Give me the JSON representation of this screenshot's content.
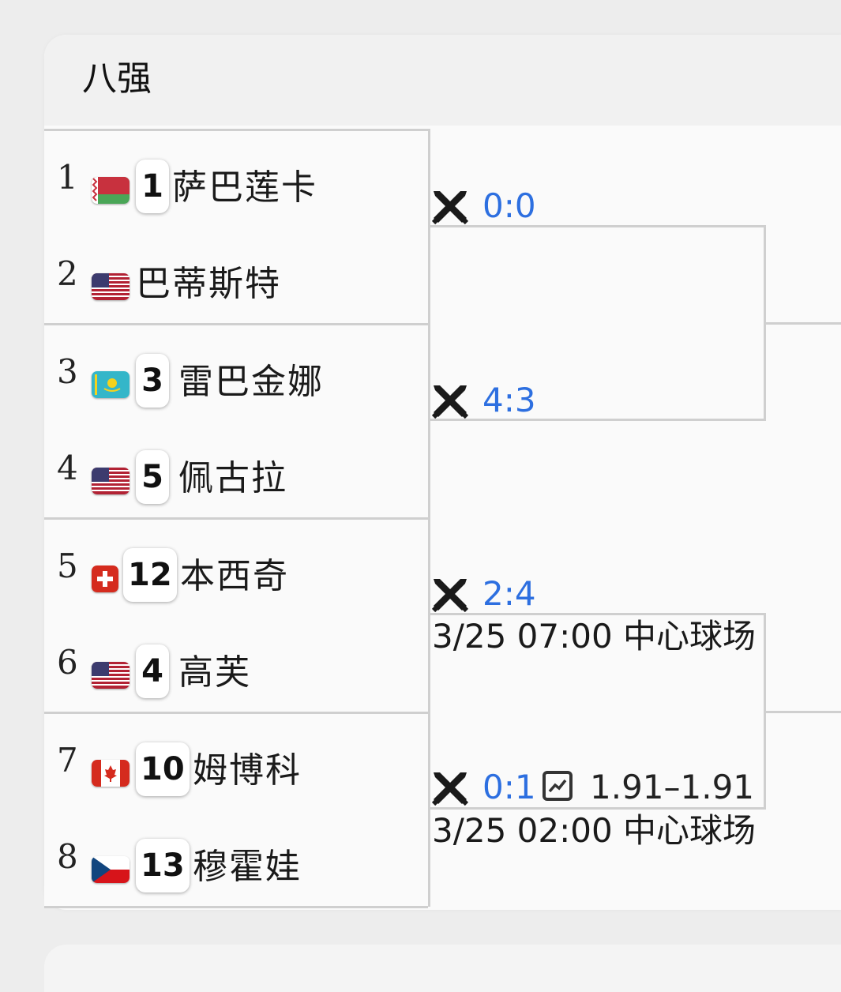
{
  "section": {
    "title": "八强"
  },
  "players": [
    {
      "pos": "1",
      "flag": "belarus",
      "seed": "1",
      "name": "萨巴莲卡"
    },
    {
      "pos": "2",
      "flag": "usa",
      "seed": "",
      "name": "巴蒂斯特"
    },
    {
      "pos": "3",
      "flag": "kazakhstan",
      "seed": "3",
      "name": "雷巴金娜"
    },
    {
      "pos": "4",
      "flag": "usa",
      "seed": "5",
      "name": "佩古拉"
    },
    {
      "pos": "5",
      "flag": "switzerland",
      "seed": "12",
      "name": "本西奇"
    },
    {
      "pos": "6",
      "flag": "usa",
      "seed": "4",
      "name": "高芙"
    },
    {
      "pos": "7",
      "flag": "canada",
      "seed": "10",
      "name": "姆博科"
    },
    {
      "pos": "8",
      "flag": "czechia",
      "seed": "13",
      "name": "穆霍娃"
    }
  ],
  "matches": [
    {
      "h2h": "0:0",
      "icon": "crossed-swords-icon"
    },
    {
      "h2h": "4:3",
      "icon": "crossed-swords-icon"
    },
    {
      "h2h": "2:4",
      "icon": "crossed-swords-icon",
      "schedule": "3/25 07:00 中心球场"
    },
    {
      "h2h": "0:1",
      "icon": "crossed-swords-icon",
      "odds_icon": "line-chart-icon",
      "odds": "1.91–1.91",
      "schedule": "3/25 02:00 中心球场"
    }
  ],
  "colors": {
    "score": "#2d6fe0",
    "line": "#cfcfcf"
  }
}
